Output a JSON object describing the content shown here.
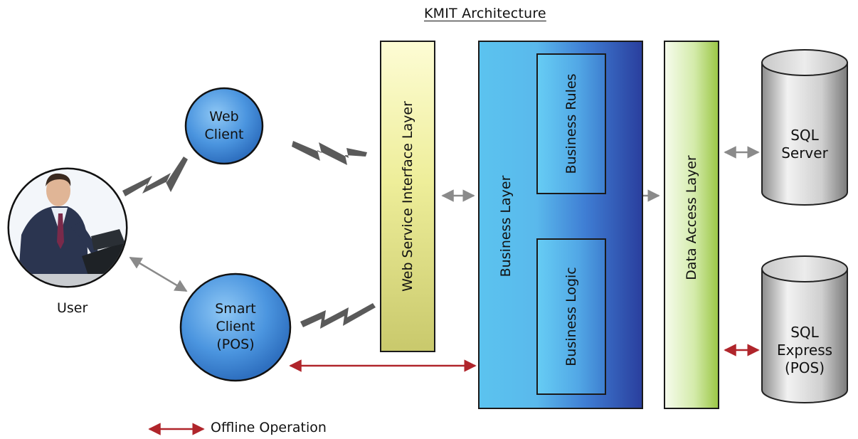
{
  "title": "KMIT Architecture",
  "user": {
    "label": "User"
  },
  "clients": {
    "web": {
      "line1": "Web",
      "line2": "Client"
    },
    "smart": {
      "line1": "Smart",
      "line2": "Client",
      "line3": "(POS)"
    }
  },
  "layers": {
    "web_service": "Web Service Interface Layer",
    "business": "Business Layer",
    "business_rules": "Business Rules",
    "business_logic": "Business Logic",
    "data_access": "Data Access Layer"
  },
  "databases": {
    "sql_server": {
      "line1": "SQL",
      "line2": "Server"
    },
    "sql_express": {
      "line1": "SQL",
      "line2": "Express",
      "line3": "(POS)"
    }
  },
  "legend": {
    "label": "Offline Operation",
    "color": "#b0252b"
  },
  "colors": {
    "arrow_gray": "#8a8a8a",
    "arrow_red": "#b0252b",
    "circle_blue": "#3f86d6"
  }
}
